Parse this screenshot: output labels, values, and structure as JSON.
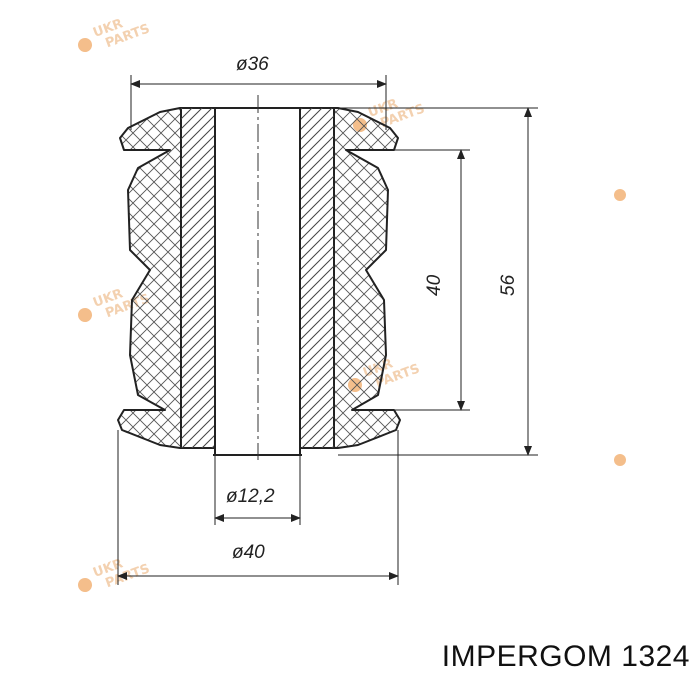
{
  "dimensions": {
    "top_outer_diameter": "ø36",
    "inner_height": "40",
    "total_height": "56",
    "bore_diameter": "ø12,2",
    "bottom_outer_diameter": "ø40"
  },
  "caption": "IMPERGOM 1324",
  "watermark": {
    "brand": "UKR",
    "sub": "PARTS"
  },
  "colors": {
    "line": "#222222",
    "hatch": "#444444",
    "watermark": "#f0a35a"
  }
}
